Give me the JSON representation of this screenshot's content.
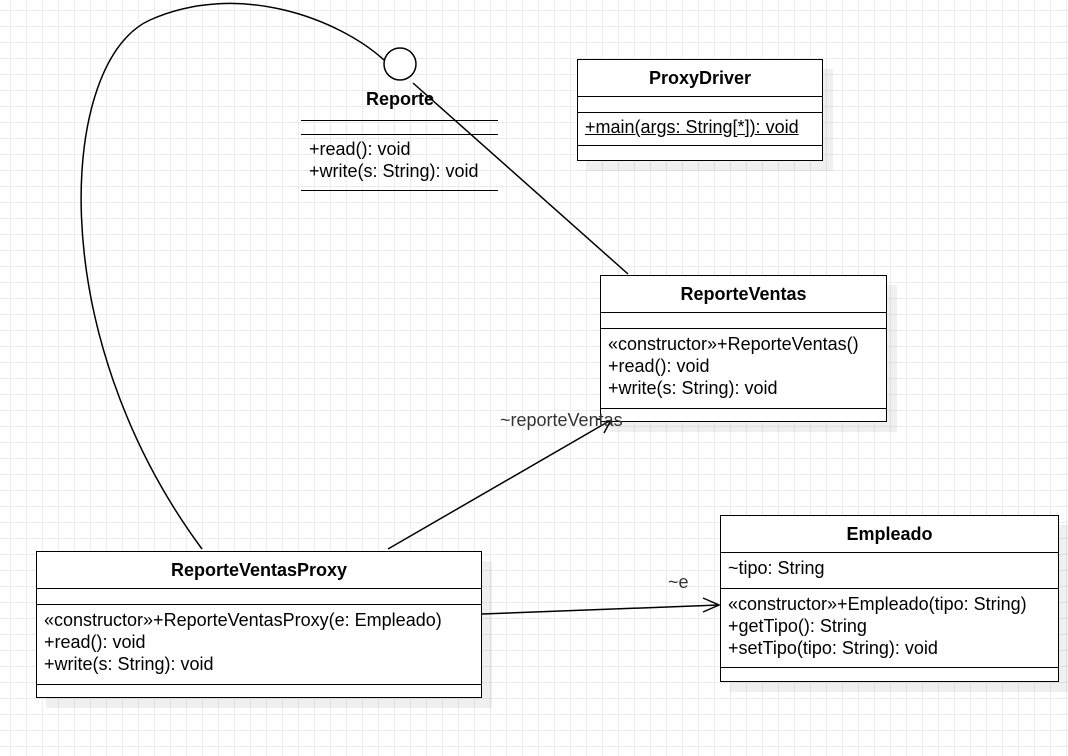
{
  "interface": {
    "name": "Reporte",
    "operations": [
      "+read(): void",
      "+write(s: String): void"
    ]
  },
  "classes": {
    "proxy_driver": {
      "name": "ProxyDriver",
      "attributes": [],
      "operations": [
        "+main(args: String[*]): void"
      ]
    },
    "reporte_ventas": {
      "name": "ReporteVentas",
      "attributes": [],
      "operations": [
        "«constructor»+ReporteVentas()",
        "+read(): void",
        "+write(s: String): void"
      ]
    },
    "reporte_ventas_proxy": {
      "name": "ReporteVentasProxy",
      "attributes": [],
      "operations": [
        "«constructor»+ReporteVentasProxy(e: Empleado)",
        "+read(): void",
        "+write(s: String): void"
      ]
    },
    "empleado": {
      "name": "Empleado",
      "attributes": [
        "~tipo: String"
      ],
      "operations": [
        "«constructor»+Empleado(tipo: String)",
        "+getTipo(): String",
        "+setTipo(tipo: String): void"
      ]
    }
  },
  "associations": {
    "proxy_to_ventas": "~reporteVentas",
    "proxy_to_empleado": "~e"
  }
}
